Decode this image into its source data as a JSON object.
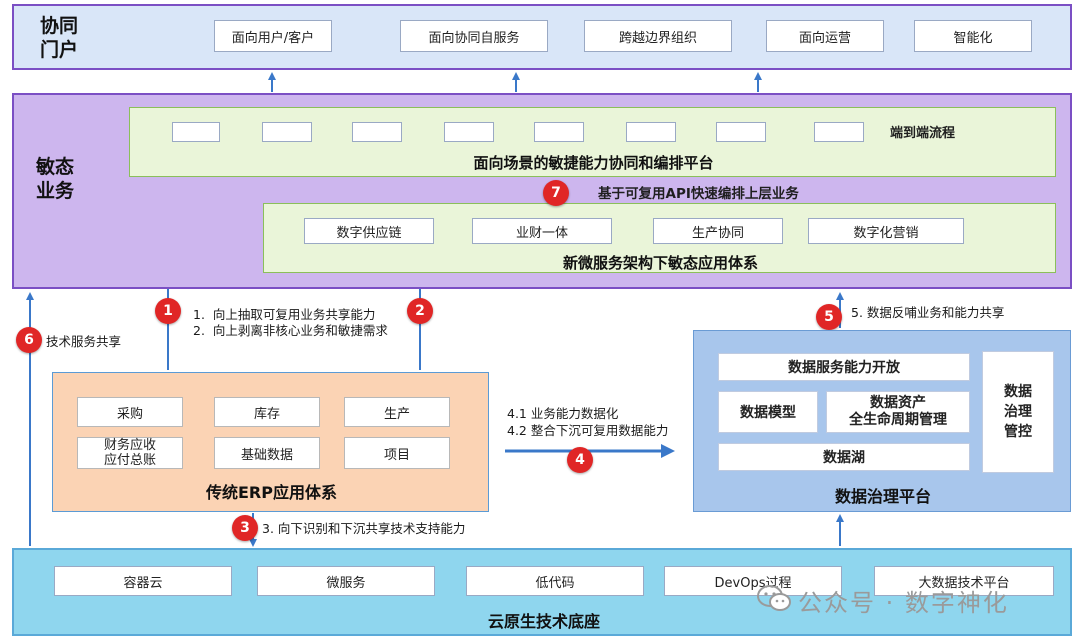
{
  "portal": {
    "title": "协同\n门户",
    "items": [
      "面向用户/客户",
      "面向协同自服务",
      "跨越边界组织",
      "面向运营",
      "智能化"
    ]
  },
  "agile": {
    "title": "敏态\n业务",
    "flow_label": "端到端流程",
    "orchestration_title": "面向场景的敏捷能力协同和编排平台",
    "step7_text": "基于可复用API快速编排上层业务",
    "apps": [
      "数字供应链",
      "业财一体",
      "生产协同",
      "数字化营销"
    ],
    "apps_title": "新微服务架构下敏态应用体系"
  },
  "steps": {
    "s1": "1",
    "s2": "2",
    "s3": "3",
    "s4": "4",
    "s5": "5",
    "s6": "6",
    "s7": "7",
    "note_1_2": "1.  向上抽取可复用业务共享能力\n2.  向上剥离非核心业务和敏捷需求",
    "note_3": "3. 向下识别和下沉共享技术支持能力",
    "note_4": "4.1 业务能力数据化\n4.2 整合下沉可复用数据能力",
    "note_5": "5. 数据反哺业务和能力共享",
    "note_6": "技术服务共享"
  },
  "erp": {
    "title": "传统ERP应用体系",
    "items": [
      "采购",
      "库存",
      "生产",
      "财务应收\n应付总账",
      "基础数据",
      "项目"
    ]
  },
  "gov": {
    "title": "数据治理平台",
    "open": "数据服务能力开放",
    "model": "数据模型",
    "asset": "数据资产\n全生命周期管理",
    "lake": "数据湖",
    "control": "数据\n治理\n管控"
  },
  "cloud": {
    "title": "云原生技术底座",
    "items": [
      "容器云",
      "微服务",
      "低代码",
      "DevOps过程",
      "大数据技术平台"
    ]
  },
  "watermark": "公众号 · 数字神化",
  "colors": {
    "arrow": "#3a78c9",
    "badge": "#e02626",
    "portal_bg": "#d9e6f8",
    "agile_bg": "#cdb6ee",
    "cloud_bg": "#8fd6ee",
    "erp_bg": "#fbd3b4",
    "gov_bg": "#a8c6ec",
    "green_panel": "#eaf5d9"
  }
}
